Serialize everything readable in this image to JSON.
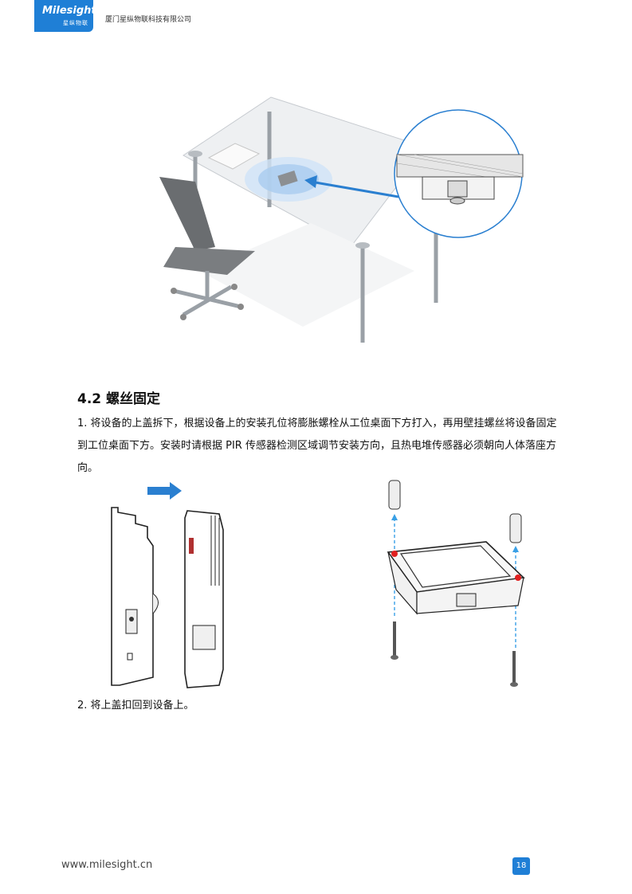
{
  "header": {
    "logo_name": "Milesight",
    "logo_sub": "星纵物联",
    "company": "厦门星纵物联科技有限公司"
  },
  "section": {
    "title": "4.2  螺丝固定",
    "step1": "1. 将设备的上盖拆下，根据设备上的安装孔位将膨胀螺栓从工位桌面下方打入，再用壁挂螺丝将设备固定到工位桌面下方。安装时请根据 PIR 传感器检测区域调节安装方向，且热电堆传感器必须朝向人体落座方向。",
    "step2": "2. 将上盖扣回到设备上。"
  },
  "footer": {
    "url": "www.milesight.cn",
    "page": "18"
  },
  "colors": {
    "brand": "#1f7fd6",
    "arrow": "#2a7fd0",
    "guide": "#3aa0e6",
    "marker": "#e02020"
  }
}
